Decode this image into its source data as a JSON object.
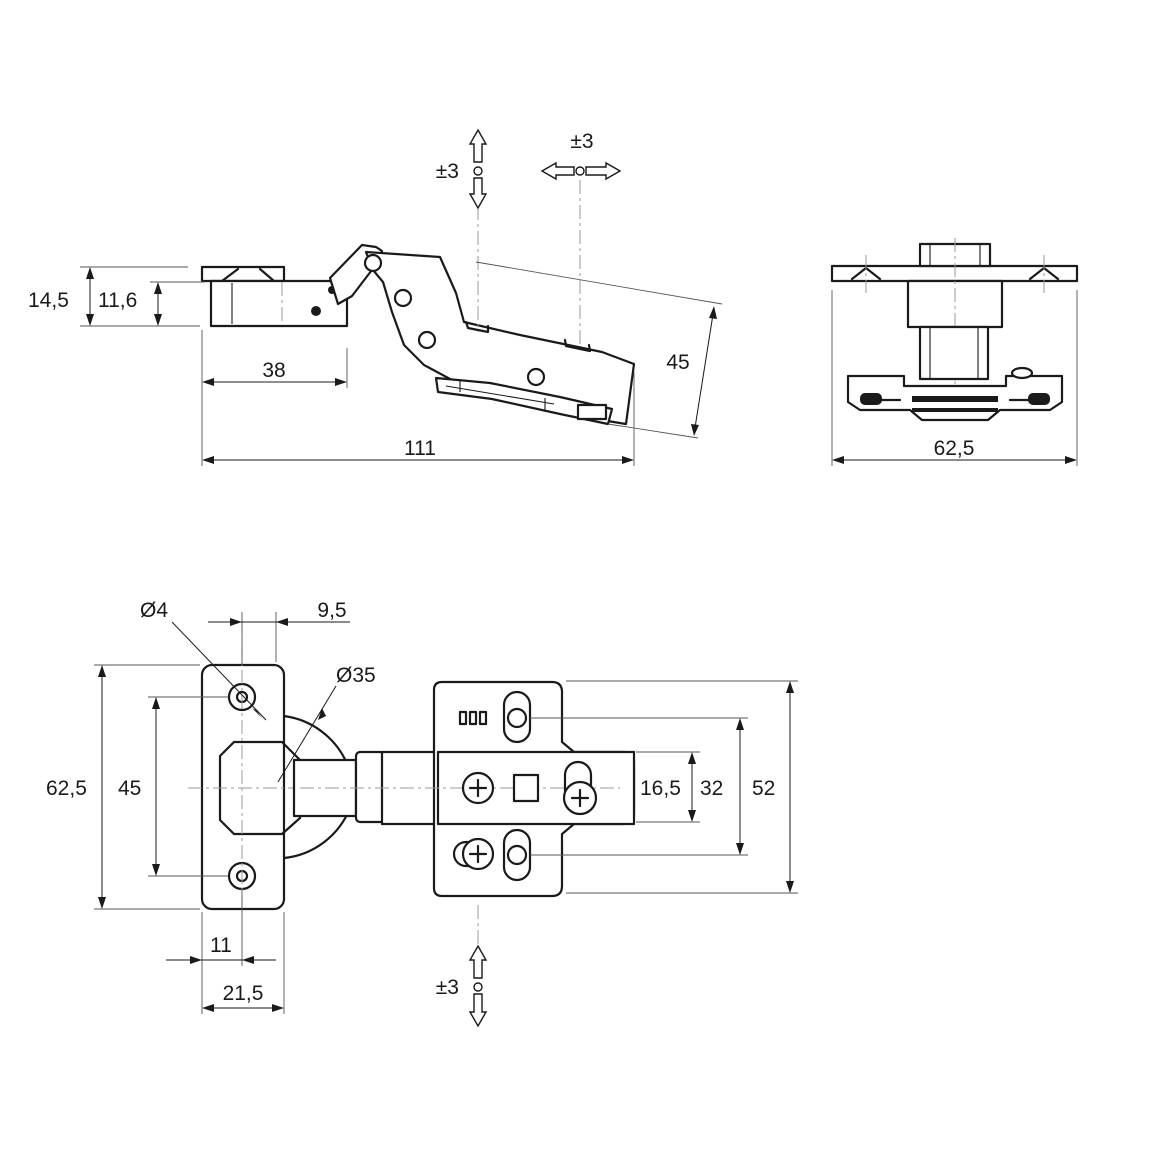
{
  "side_view": {
    "dims": {
      "h_total": "14,5",
      "h_cup": "11,6",
      "cup_len": "38",
      "total_len": "111",
      "angle_dim": "45"
    },
    "adjust": {
      "vertical": "±3",
      "lateral": "±3"
    }
  },
  "end_view": {
    "dims": {
      "width": "62,5"
    }
  },
  "top_view": {
    "dims": {
      "hole_dia": "Ø4",
      "hole_offset": "9,5",
      "cup_dia": "Ø35",
      "height_total": "62,5",
      "hole_spacing": "45",
      "edge_11": "11",
      "edge_21": "21,5",
      "d_16": "16,5",
      "d_32": "32",
      "d_52": "52"
    },
    "adjust": {
      "depth": "±3"
    }
  }
}
